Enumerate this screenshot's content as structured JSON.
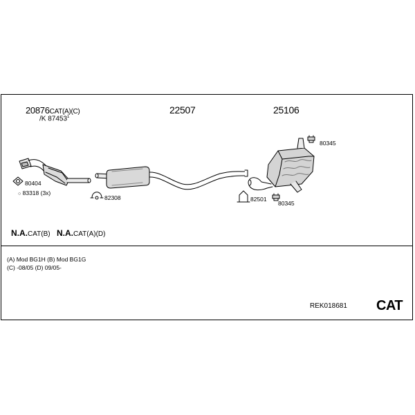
{
  "parts": {
    "cat_main_pn": "20876",
    "cat_main_suffix": "CAT(A)(C)",
    "cat_alt_prefix": "/K",
    "cat_alt_pn": "87453",
    "cat_alt_mark": "1",
    "middle_pn": "22507",
    "rear_pn": "25106",
    "p80404": "80404",
    "p83318": "83318 (3x)",
    "p82308": "82308",
    "p82501": "82501",
    "p80345_top": "80345",
    "p80345_bottom": "80345"
  },
  "na": {
    "a_big": "N.A.",
    "a_small": "CAT(B)",
    "b_big": "N.A.",
    "b_small": "CAT(A)(D)"
  },
  "notes": {
    "line1": "(A) Mod BG1H (B) Mod BG1G",
    "line2": "(C) -08/05 (D) 09/05-"
  },
  "footer": {
    "reference": "REK018681",
    "category": "CAT"
  }
}
